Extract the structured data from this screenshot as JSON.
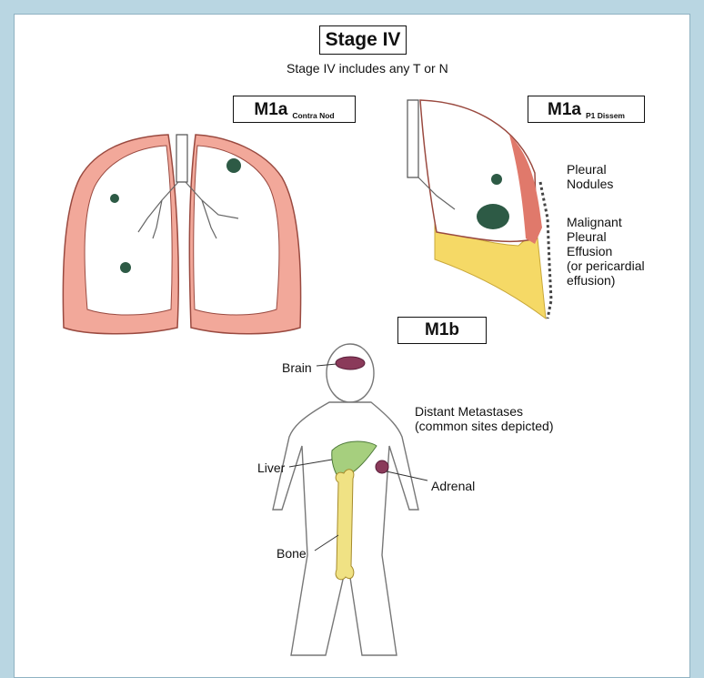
{
  "title": "Stage IV",
  "subtitle": "Stage IV includes any T or N",
  "m1a_left": {
    "label": "M1a",
    "sub": "Contra Nod"
  },
  "m1a_right": {
    "label": "M1a",
    "sub": "P1 Dissem"
  },
  "pleural_nodules": [
    "Pleural",
    "Nodules"
  ],
  "effusion": [
    "Malignant",
    "Pleural",
    "Effusion",
    "(or pericardial",
    "effusion)"
  ],
  "m1b": {
    "label": "M1b"
  },
  "distant": [
    "Distant Metastases",
    "(common sites depicted)"
  ],
  "sites": {
    "brain": "Brain",
    "liver": "Liver",
    "adrenal": "Adrenal",
    "bone": "Bone"
  },
  "colors": {
    "background": "#b9d6e2",
    "pleura": "#e0796b",
    "effusion": "#f5d966",
    "liver": "#a6cf7e",
    "bone": "#f0e284",
    "nodule": "#2d5a45"
  }
}
